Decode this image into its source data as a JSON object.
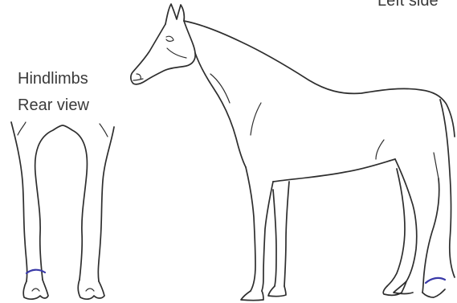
{
  "labels": {
    "left_side": "Left side",
    "hindlimbs": "Hindlimbs",
    "rear_view": "Rear view"
  },
  "colors": {
    "ink": "#2e2e2e",
    "marking": "#3a3aa8",
    "background": "#ffffff"
  }
}
